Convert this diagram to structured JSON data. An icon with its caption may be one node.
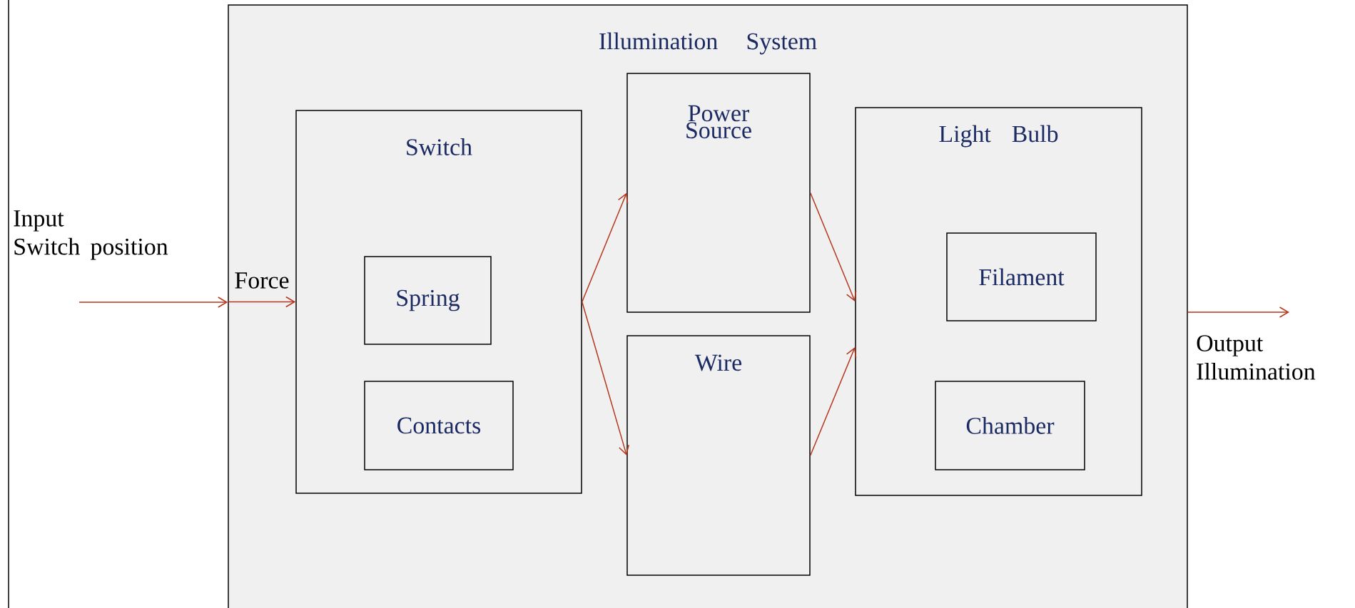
{
  "diagram": {
    "nodes": [
      {
        "text": [
          "Illumination System"
        ]
      },
      {
        "text": [
          "Switch"
        ],
        "in": 0
      },
      {
        "text": [
          "Spring"
        ],
        "in": 1
      },
      {
        "text": [
          "Contacts"
        ],
        "in": 1
      },
      {
        "text": [
          "Power Source"
        ],
        "in": 0
      },
      {
        "text": [
          "Wire"
        ],
        "in": 0
      },
      {
        "text": [
          "Light Bulb"
        ],
        "in": 0
      },
      {
        "text": [
          "Filament"
        ],
        "in": 6
      },
      {
        "text": [
          "Chamber"
        ],
        "in": 6
      }
    ],
    "edges": [
      {
        "from": null,
        "to": 0,
        "arrow": "to",
        "label": "Input Switch position"
      },
      {
        "from": 0,
        "to": 1,
        "arrow": "to",
        "label": "Force"
      },
      {
        "from": 1,
        "to": 4,
        "arrow": "to"
      },
      {
        "from": 1,
        "to": 5,
        "arrow": "to"
      },
      {
        "from": 4,
        "to": 6,
        "arrow": "to"
      },
      {
        "from": 5,
        "to": 6,
        "arrow": "to"
      },
      {
        "from": 0,
        "to": null,
        "arrow": "to",
        "label": "Output Illumination"
      }
    ]
  }
}
